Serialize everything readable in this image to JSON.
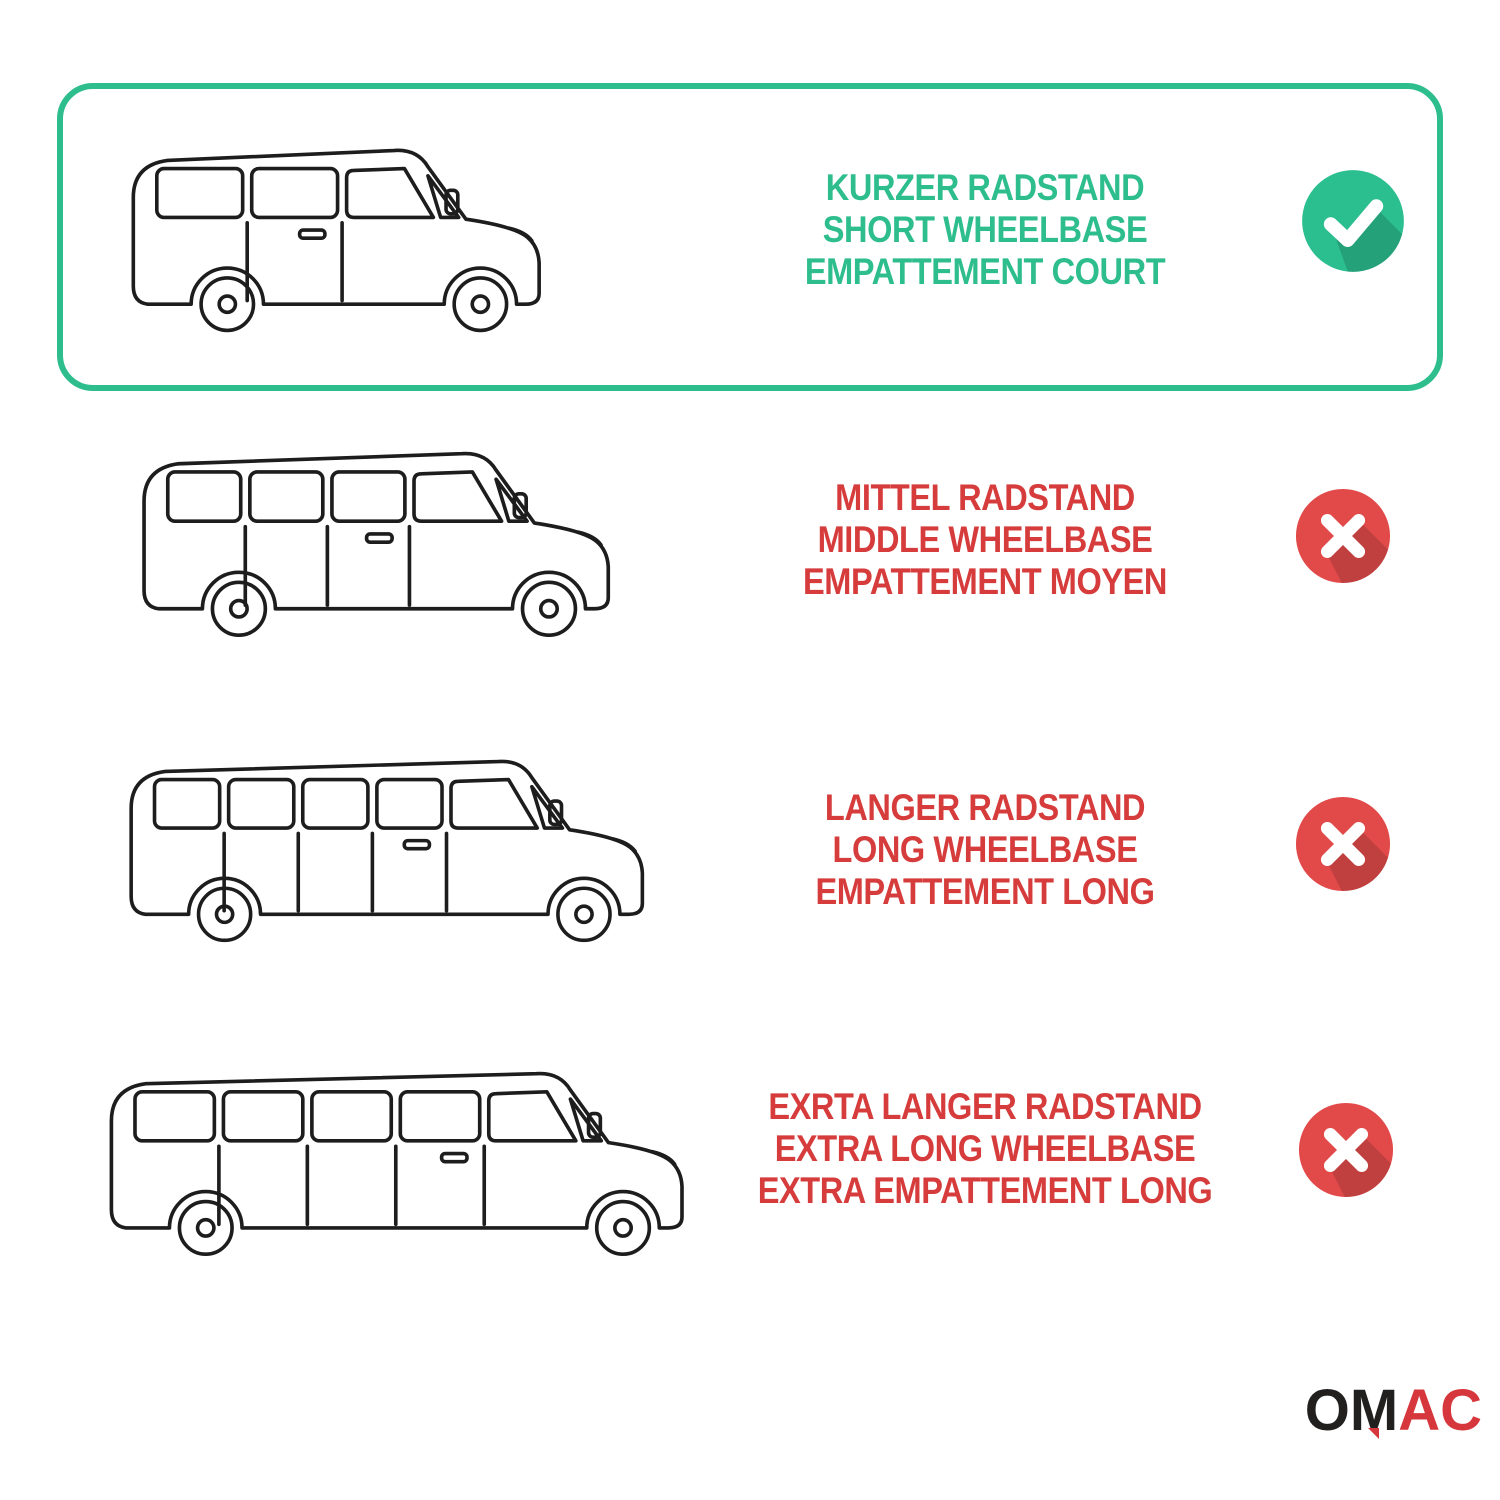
{
  "colors": {
    "green": "#2EBD8C",
    "red": "#D63C3C",
    "icon_green": "#2BBE8E",
    "icon_red": "#E24A4A",
    "van_line": "#1d1d1d"
  },
  "rows": [
    {
      "id": "short-wheelbase",
      "selected": true,
      "icon": "check-icon",
      "lines": [
        "KURZER RADSTAND",
        "SHORT WHEELBASE",
        "EMPATTEMENT COURT"
      ]
    },
    {
      "id": "middle-wheelbase",
      "selected": false,
      "icon": "cross-icon",
      "lines": [
        "MITTEL RADSTAND",
        "MIDDLE WHEELBASE",
        "EMPATTEMENT MOYEN"
      ]
    },
    {
      "id": "long-wheelbase",
      "selected": false,
      "icon": "cross-icon",
      "lines": [
        "LANGER RADSTAND",
        "LONG WHEELBASE",
        "EMPATTEMENT LONG"
      ]
    },
    {
      "id": "extra-long-wheelbase",
      "selected": false,
      "icon": "cross-icon",
      "lines": [
        "EXRTA LANGER RADSTAND",
        "EXTRA LONG WHEELBASE",
        "EXTRA EMPATTEMENT LONG"
      ]
    }
  ],
  "logo": {
    "prefix": "OM",
    "suffix": "AC"
  }
}
